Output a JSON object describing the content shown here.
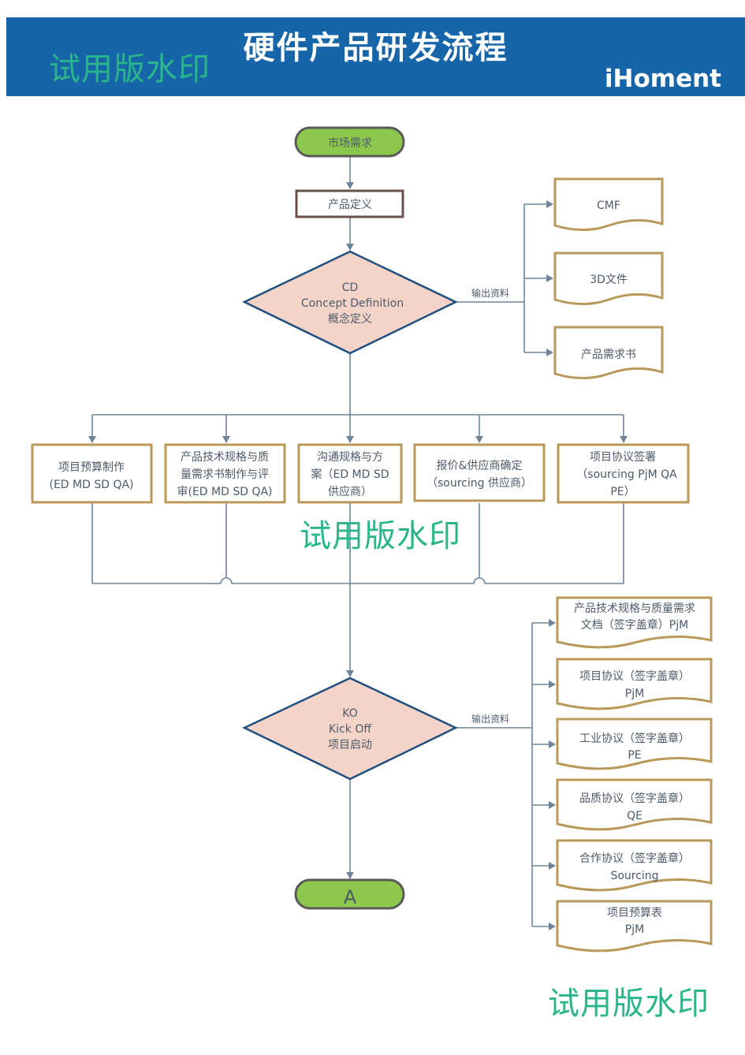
{
  "header": {
    "title": "硬件产品研发流程",
    "brand": "iHoment",
    "watermark": "试用版水印"
  },
  "watermarks": [
    "试用版水印",
    "试用版水印",
    "试用版水印"
  ],
  "colors": {
    "header_bg": "#1565a8",
    "watermark": "#2ab58a",
    "terminator_fill": "#8cc84b",
    "decision_fill": "#f4d4c8",
    "process_border": "#b8995a",
    "connector": "#6f8599"
  },
  "flow": {
    "start": "市场需求",
    "product_def": "产品定义",
    "cd": [
      "CD",
      "Concept Definition",
      "概念定义"
    ],
    "output_label_1": "输出资料",
    "cd_outputs": [
      "CMF",
      "3D文件",
      "产品需求书"
    ],
    "tasks": [
      [
        "项目预算制作",
        "(ED MD SD QA)"
      ],
      [
        "产品技术规格与质",
        "量需求书制作与评",
        "审(ED MD SD QA)"
      ],
      [
        "沟通规格与方",
        "案（ED MD SD",
        "供应商）"
      ],
      [
        "报价&供应商确定",
        "（sourcing 供应商）"
      ],
      [
        "项目协议签署",
        "（sourcing PjM QA",
        "PE）"
      ]
    ],
    "ko": [
      "KO",
      "Kick Off",
      "项目启动"
    ],
    "output_label_2": "输出资料",
    "ko_outputs": [
      [
        "产品技术规格与质量需求",
        "文档（签字盖章）PjM"
      ],
      [
        "项目协议（签字盖章）",
        "PjM"
      ],
      [
        "工业协议（签字盖章）",
        "PE"
      ],
      [
        "品质协议（签字盖章）",
        "QE"
      ],
      [
        "合作协议（签字盖章）",
        "Sourcing"
      ],
      [
        "项目预算表",
        "PjM"
      ]
    ],
    "end": "A"
  }
}
